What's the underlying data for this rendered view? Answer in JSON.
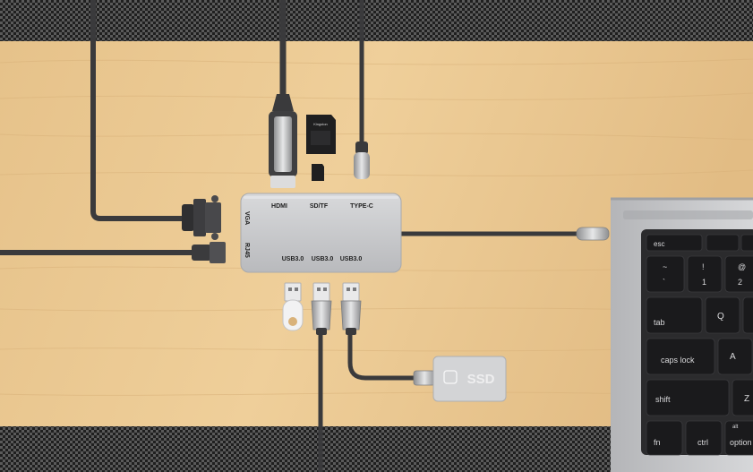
{
  "hub": {
    "port_labels": {
      "vga": "VGA",
      "rj45": "RJ45",
      "hdmi": "HDMI",
      "sdtf": "SD/TF",
      "typec": "TYPE-C",
      "usb_1": "USB3.0",
      "usb_2": "USB3.0",
      "usb_3": "USB3.0"
    }
  },
  "ssd": {
    "label": "SSD"
  },
  "sd_card": {
    "label": "Kingston"
  },
  "laptop": {
    "keys": {
      "esc": "esc",
      "tilde_top": "~",
      "tilde_bottom": "`",
      "one_top": "!",
      "one_bottom": "1",
      "two_top": "@",
      "two_bottom": "2",
      "tab": "tab",
      "q": "Q",
      "caps": "caps lock",
      "a": "A",
      "shift": "shift",
      "z": "Z",
      "fn": "fn",
      "ctrl": "ctrl",
      "alt": "alt",
      "option": "option"
    }
  },
  "colors": {
    "wood": "#e8c48d",
    "cable": "#3a3a3c",
    "hub_body": "#c9cacc",
    "keyboard": "#2b2b2d",
    "ssd_body": "#d3d4d6"
  }
}
